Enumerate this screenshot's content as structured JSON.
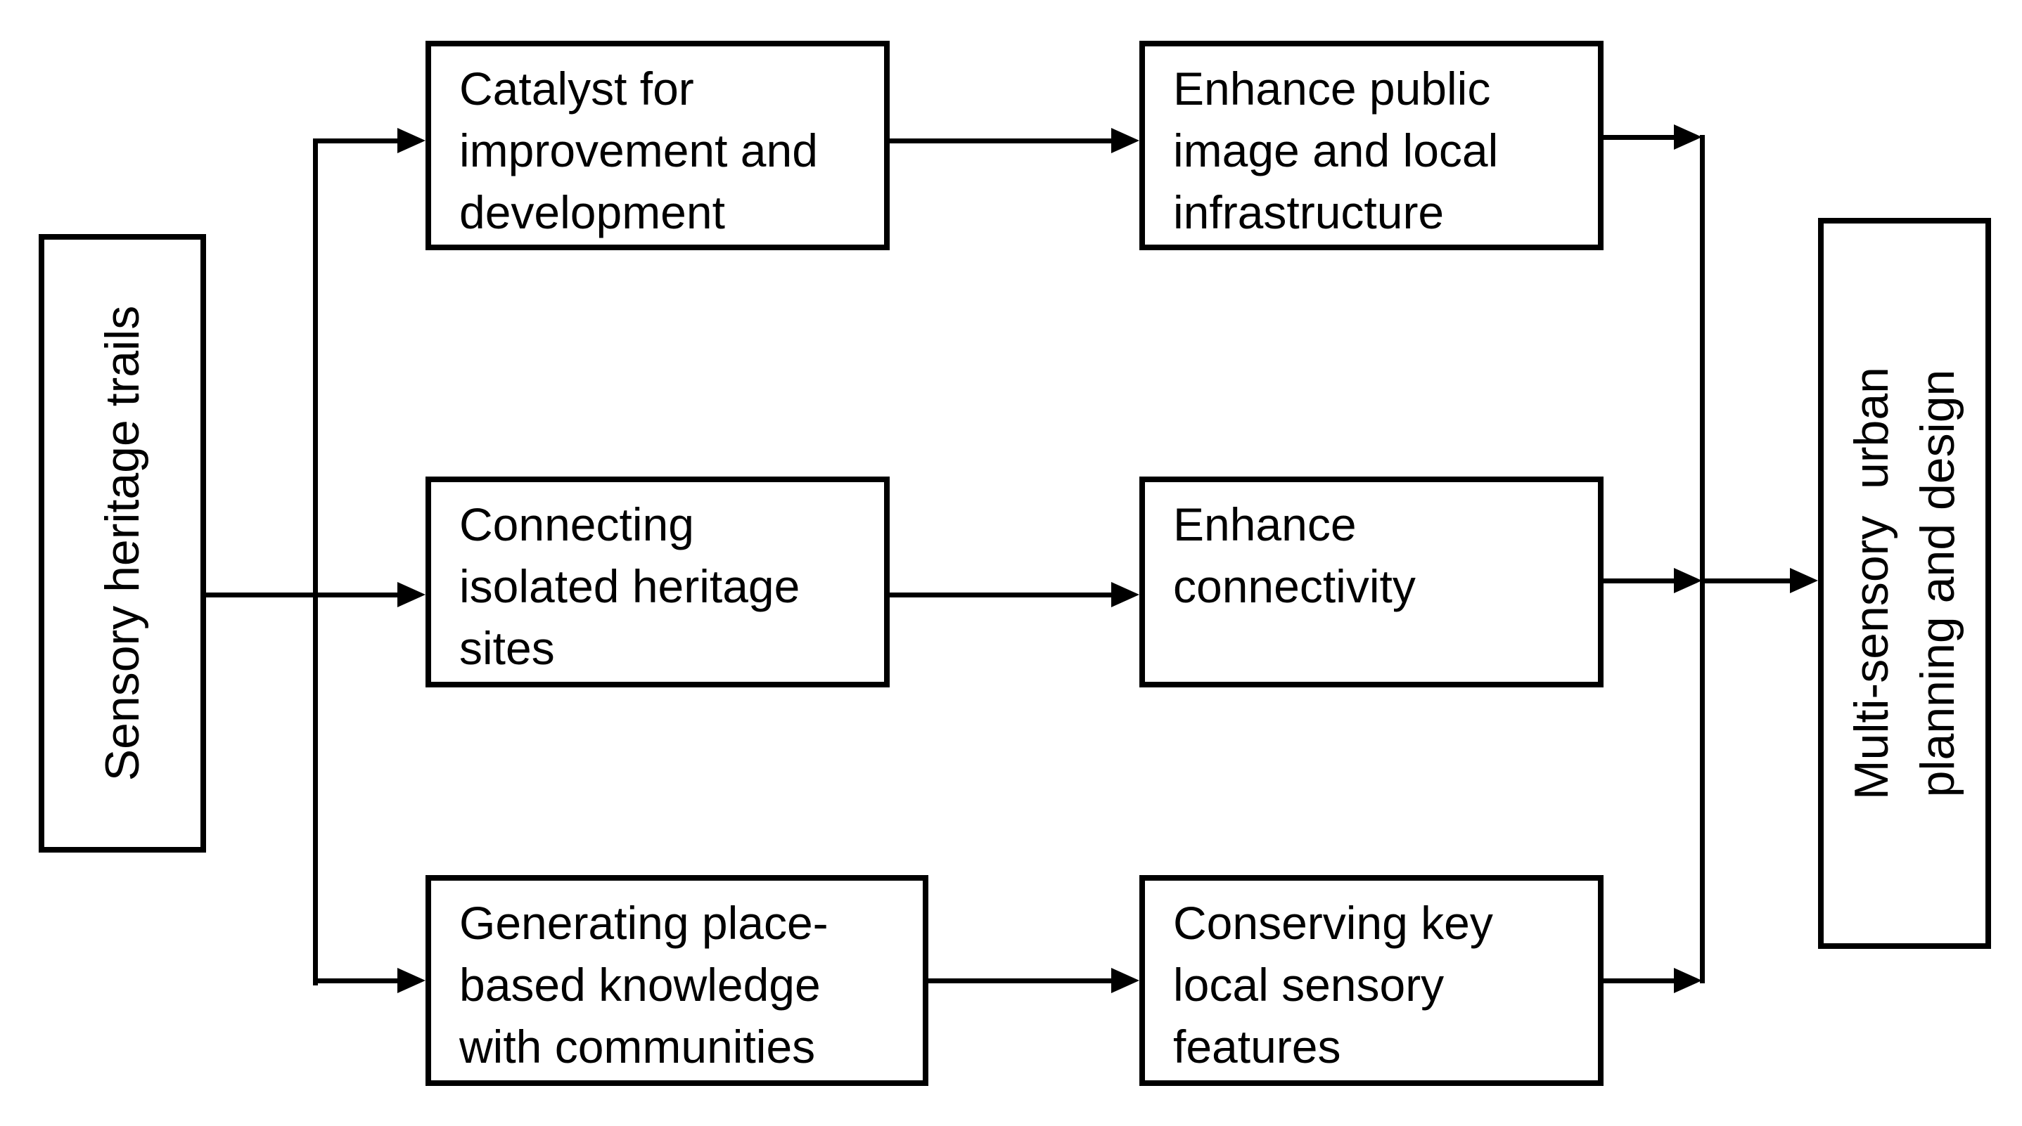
{
  "diagram": {
    "title": "Sensory heritage trails flow diagram",
    "background_color": "#ffffff",
    "stroke_color": "#000000",
    "nodes": {
      "source": {
        "label": "Sensory heritage trails",
        "orientation": "vertical"
      },
      "row1_left": {
        "label": "Catalyst for\nimprovement and\ndevelopment"
      },
      "row1_mid": {
        "label": "Enhance public\nimage and local\ninfrastructure"
      },
      "row2_left": {
        "label": "Connecting\nisolated heritage\nsites"
      },
      "row2_mid": {
        "label": "Enhance\nconnectivity"
      },
      "row3_left": {
        "label": "Generating place-\nbased knowledge\nwith communities"
      },
      "row3_mid": {
        "label": "Conserving key\nlocal sensory\nfeatures"
      },
      "sink": {
        "label": "Multi-sensory  urban\nplanning and design",
        "orientation": "vertical"
      }
    },
    "edges": [
      {
        "from": "source",
        "to": "row1_left"
      },
      {
        "from": "source",
        "to": "row2_left"
      },
      {
        "from": "source",
        "to": "row3_left"
      },
      {
        "from": "row1_left",
        "to": "row1_mid"
      },
      {
        "from": "row2_left",
        "to": "row2_mid"
      },
      {
        "from": "row3_left",
        "to": "row3_mid"
      },
      {
        "from": "row1_mid",
        "to": "sink"
      },
      {
        "from": "row2_mid",
        "to": "sink"
      },
      {
        "from": "row3_mid",
        "to": "sink"
      }
    ]
  }
}
